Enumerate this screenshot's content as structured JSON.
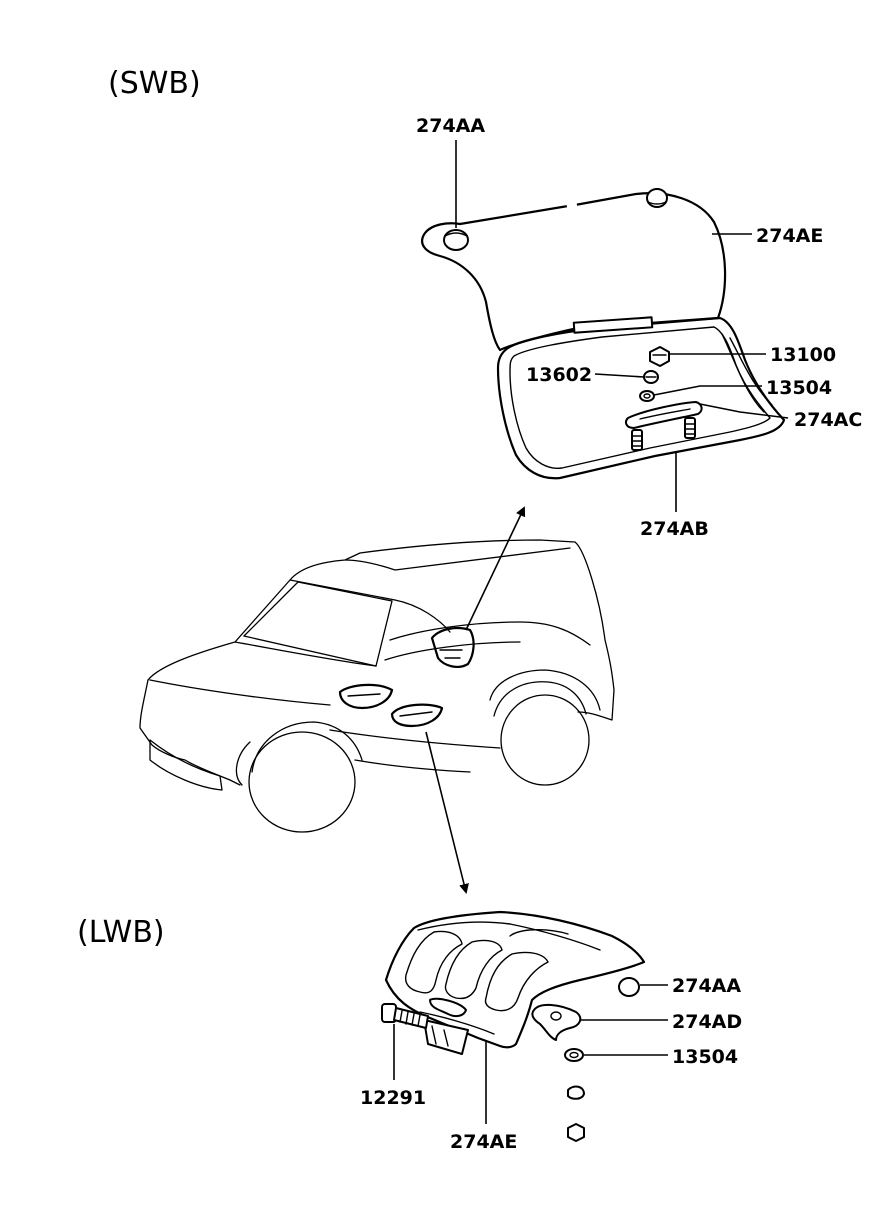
{
  "sections": {
    "swb": "(SWB)",
    "lwb": "(LWB)"
  },
  "swb_parts": {
    "p274AA": "274AA",
    "p274AE": "274AE",
    "p13100": "13100",
    "p13602": "13602",
    "p13504": "13504",
    "p274AC": "274AC",
    "p274AB": "274AB"
  },
  "lwb_parts": {
    "p274AA": "274AA",
    "p274AD": "274AD",
    "p13504": "13504",
    "p12291": "12291",
    "p274AE": "274AE"
  }
}
